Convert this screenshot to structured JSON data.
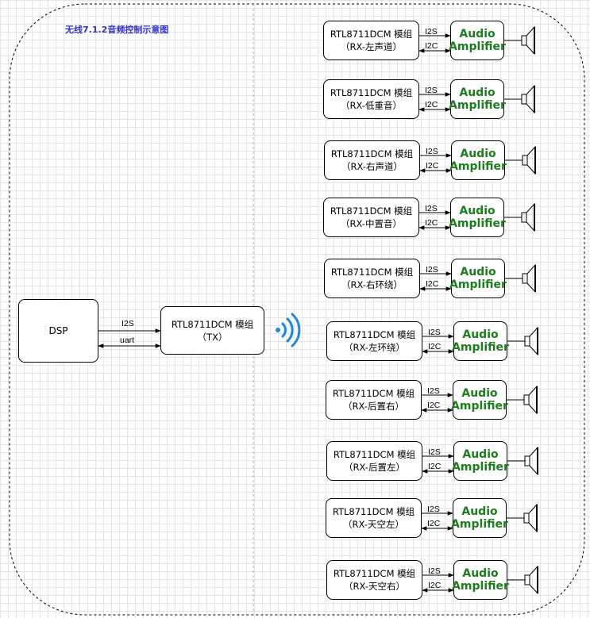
{
  "title": "无线7.1.2音频控制示意图",
  "dsp_label": "DSP",
  "tx": {
    "line1": "RTL8711DCM 模组",
    "line2": "（TX）"
  },
  "link_labels": {
    "i2s": "I2S",
    "uart": "uart",
    "i2c": "I2C"
  },
  "amp": {
    "line1": "Audio",
    "line2": "Amplifier"
  },
  "module_name": "RTL8711DCM 模组",
  "rx_channels": [
    "（RX-左声道）",
    "（RX-低重音）",
    "（RX-右声道）",
    "（RX-中置音）",
    "（RX-右环绕）",
    "（RX-左环绕）",
    "（RX-后置右）",
    "（RX-后置左）",
    "（RX-天空左）",
    "（RX-天空右）"
  ],
  "colors": {
    "amp_text": "#1a7f1a",
    "title": "#3333cc",
    "wifi": "#1e88e5"
  },
  "icons": {
    "wireless": "wifi-signal-icon",
    "speaker": "speaker-icon"
  }
}
